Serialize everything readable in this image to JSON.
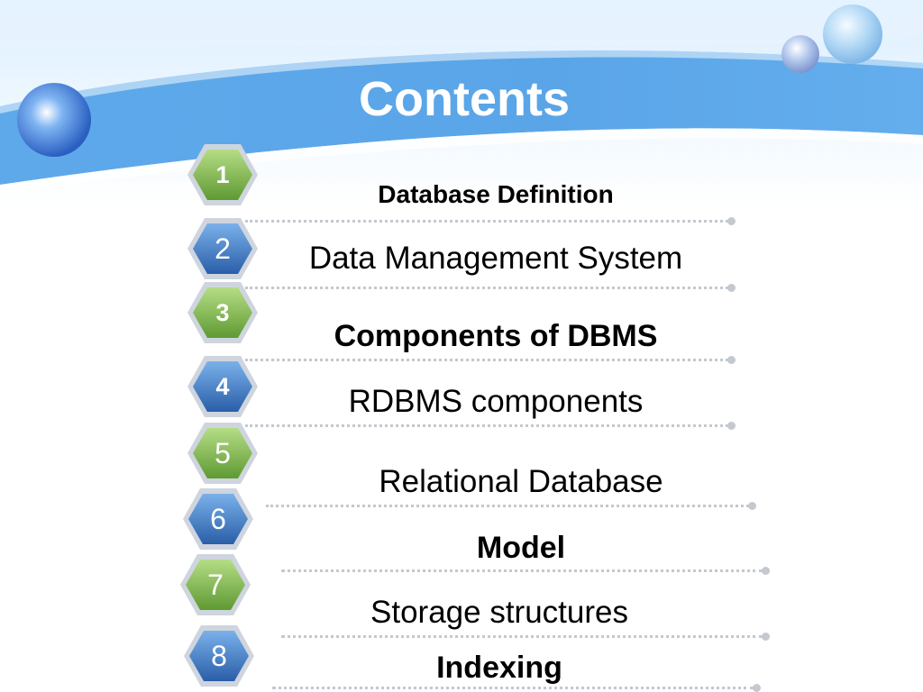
{
  "slide": {
    "title": "Contents",
    "colors": {
      "banner_blue": "#5aa5e8",
      "hex_green": "#8ec45a",
      "hex_blue": "#3d7cc7",
      "divider": "#c4c8cf"
    }
  },
  "items": [
    {
      "number": "1",
      "label": "Database Definition",
      "hex_color": "green"
    },
    {
      "number": "2",
      "label": "Data Management System",
      "hex_color": "blue"
    },
    {
      "number": "3",
      "label": "Components of DBMS",
      "hex_color": "green"
    },
    {
      "number": "4",
      "label": "RDBMS components",
      "hex_color": "blue"
    },
    {
      "number": "5",
      "label": "Relational Database",
      "hex_color": "green"
    },
    {
      "number": "6",
      "label": "Model",
      "hex_color": "blue"
    },
    {
      "number": "7",
      "label": "Storage structures",
      "hex_color": "green"
    },
    {
      "number": "8",
      "label": "Indexing",
      "hex_color": "blue"
    }
  ]
}
